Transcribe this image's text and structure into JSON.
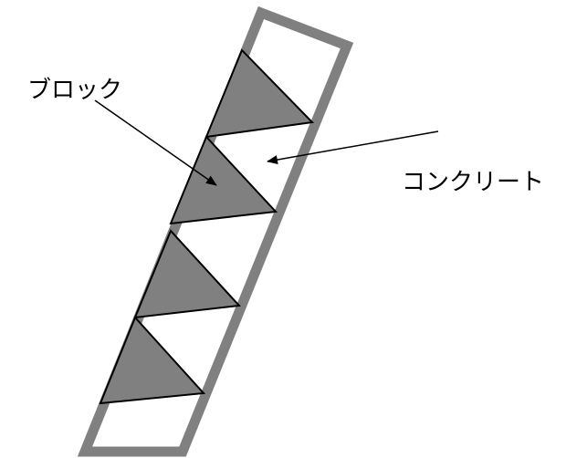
{
  "labels": {
    "block": "ブロック",
    "concrete": "コンクリート"
  },
  "colors": {
    "frame": "#808080",
    "block_fill": "#808080",
    "block_stroke": "#000000",
    "arrow": "#000000",
    "background": "#ffffff"
  },
  "block_count": 4
}
